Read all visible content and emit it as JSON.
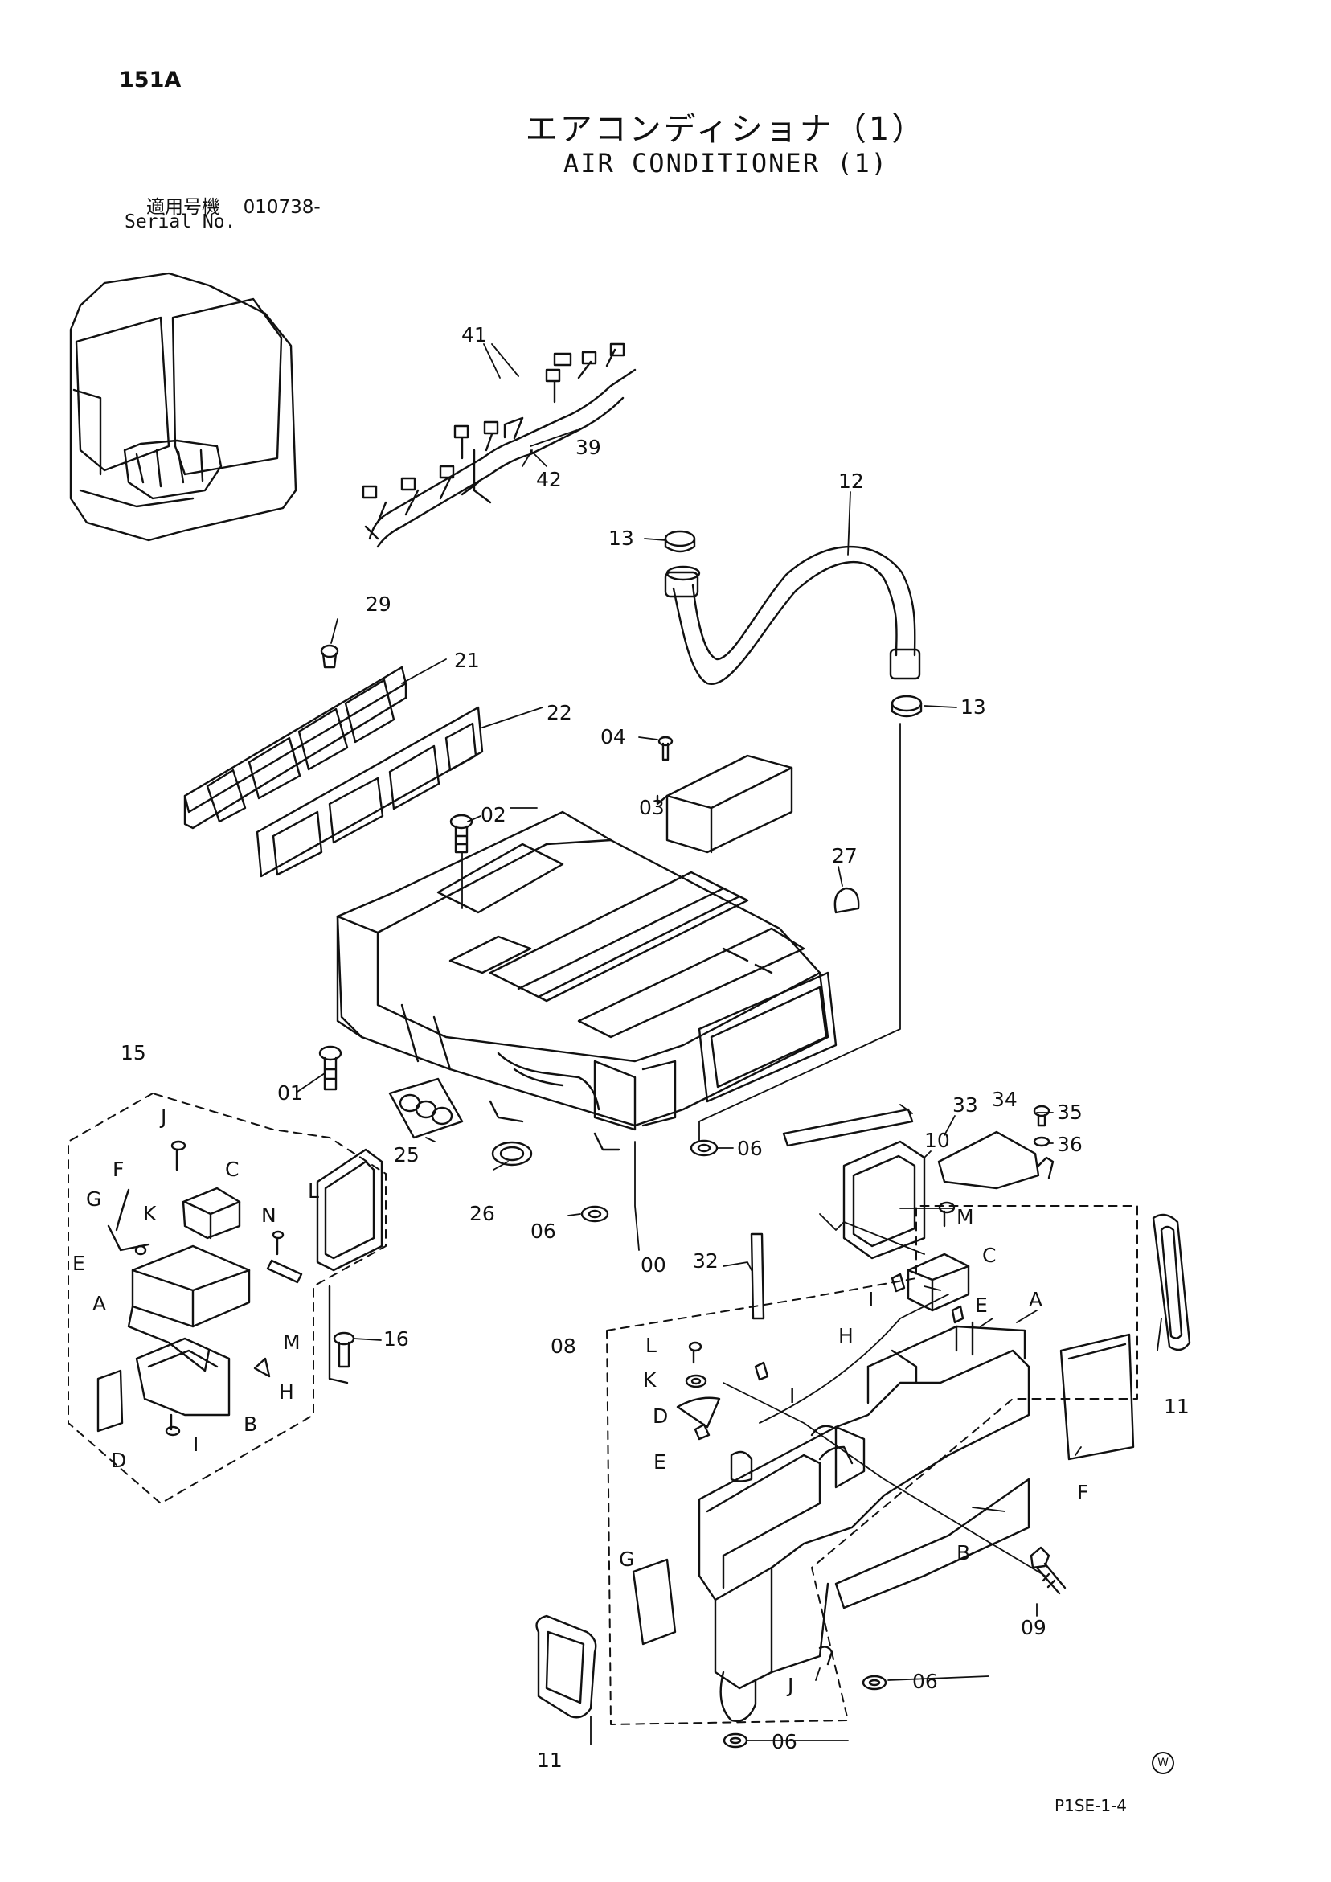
{
  "page": {
    "number": "151A",
    "drawing_code": "P1SE-1-4",
    "mark": "W"
  },
  "title": {
    "ja": "エアコンディショナ（1）",
    "en": "AIR CONDITIONER (1)"
  },
  "serial": {
    "label_ja": "適用号機",
    "value": "010738-",
    "label_en": "Serial No."
  },
  "callouts": {
    "p41": "41",
    "p39": "39",
    "p42": "42",
    "p12": "12",
    "p13a": "13",
    "p13b": "13",
    "p29": "29",
    "p21": "21",
    "p22": "22",
    "p04": "04",
    "p03": "03",
    "p02": "02",
    "p27": "27",
    "p15": "15",
    "p01": "01",
    "p25": "25",
    "p26": "26",
    "p06a": "06",
    "p06b": "06",
    "p00": "00",
    "p33": "33",
    "p34": "34",
    "p35": "35",
    "p36": "36",
    "p10": "10",
    "p16": "16",
    "p32": "32",
    "p08": "08",
    "p11a": "11",
    "p11b": "11",
    "p09": "09",
    "p06c": "06",
    "p06d": "06",
    "l_J": "J",
    "l_F": "F",
    "l_C": "C",
    "l_G": "G",
    "l_K": "K",
    "l_E": "E",
    "l_L": "L",
    "l_N": "N",
    "l_A": "A",
    "l_M": "M",
    "l_H": "H",
    "l_B": "B",
    "l_D": "D",
    "l_I": "I",
    "r_M": "M",
    "r_C": "C",
    "r_I": "I",
    "r_E": "E",
    "r_A": "A",
    "r_H": "H",
    "r_L": "L",
    "r_K": "K",
    "r_I2": "I",
    "r_D": "D",
    "r_E2": "E",
    "r_G": "G",
    "r_J": "J",
    "r_B": "B",
    "r_F": "F"
  }
}
